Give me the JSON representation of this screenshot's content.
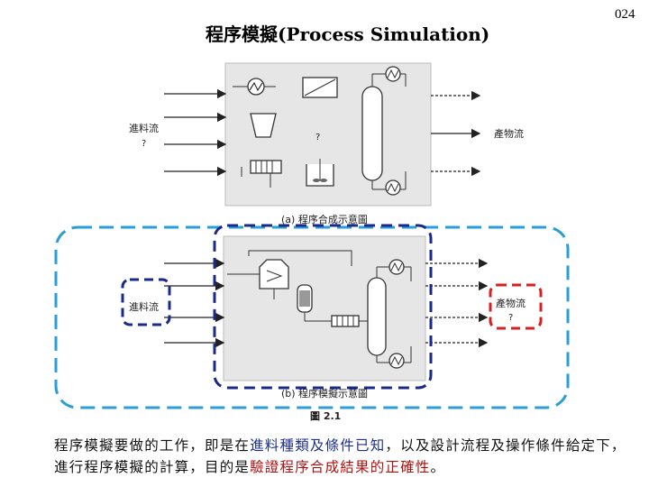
{
  "slide": {
    "title": "程序模擬(Process Simulation)",
    "page_number": "024"
  },
  "figure": {
    "panel_a": {
      "feed_label": "進料流",
      "feed_q": "?",
      "center_q": "?",
      "product_label": "產物流",
      "caption": "(a) 程序合成示意圖"
    },
    "panel_b": {
      "feed_label": "進料流",
      "product_label": "產物流",
      "product_q": "?",
      "caption": "(b) 程序模擬示意圖"
    },
    "figure_number": "圖 2.1"
  },
  "body": {
    "seg1": "程序模擬要做的工作，即是在",
    "seg2": "進料種類及條件已知",
    "seg3": "，以及設計流程及操作條件給定下，進行程序模擬的計算，目的是",
    "seg4": "驗證程序合成結果的正確性",
    "seg5": "。"
  },
  "colors": {
    "outer_dash": "#2a9ed8",
    "inner_dash": "#1a2a8a",
    "product_box": "#d42020",
    "panel_fill": "#e6e6e6",
    "text_blue": "#1d2f8f",
    "text_red": "#b01010"
  }
}
